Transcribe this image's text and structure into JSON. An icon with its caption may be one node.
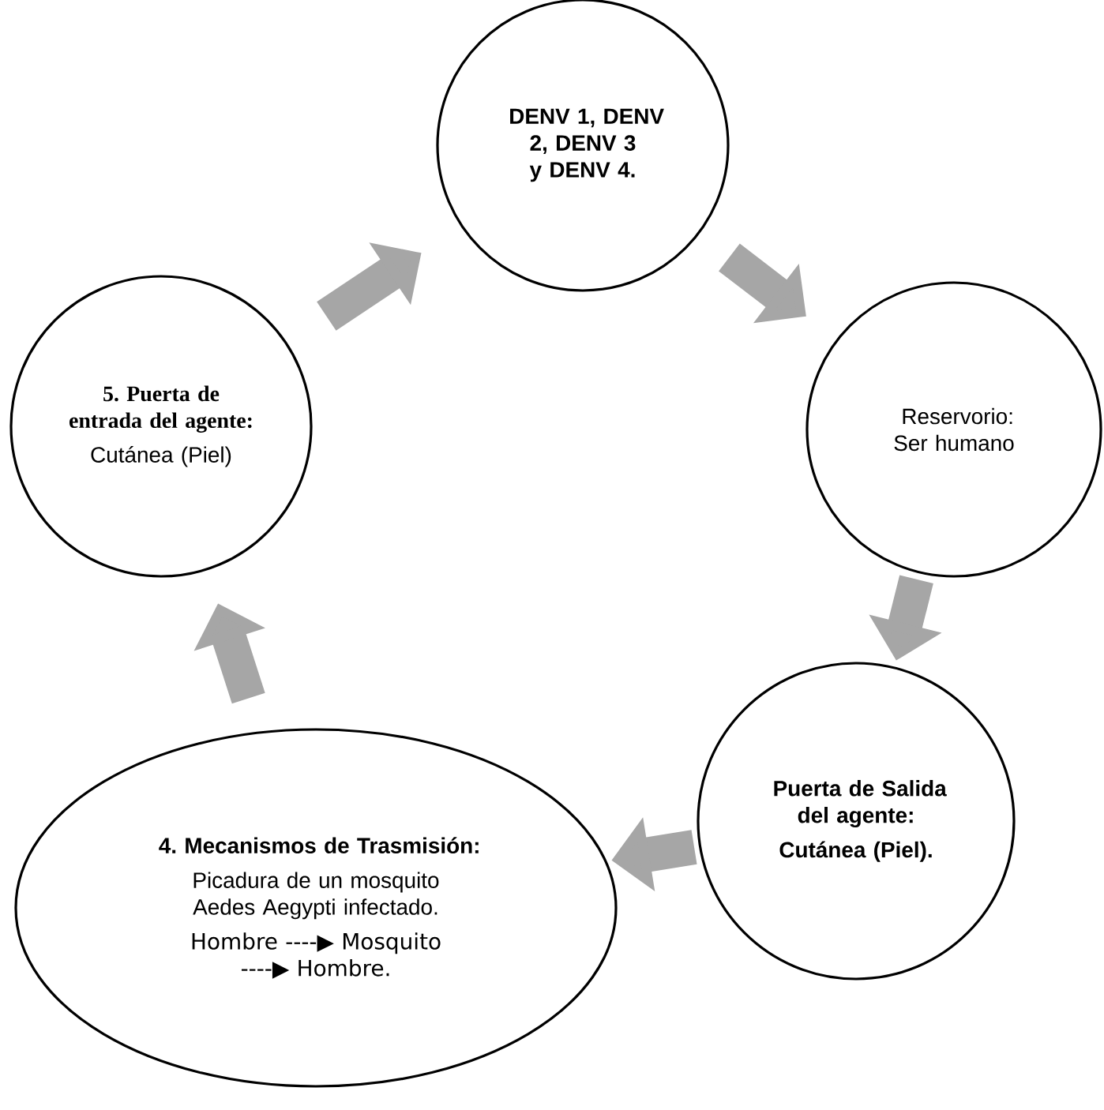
{
  "diagram": {
    "nodes": [
      {
        "text": [
          "**DENV 1, DENV 2, DENV 3 y DENV 4.**"
        ]
      },
      {
        "text": [
          "Reservorio: Ser humano"
        ]
      },
      {
        "text": [
          "**Puerta de Salida del agente:**",
          "**Cutánea (Piel).**"
        ]
      },
      {
        "text": [
          "**4. Mecanismos de Trasmisión:**",
          "Picadura de un mosquito Aedes Aegypti infectado.",
          "Hombre ----▶ Mosquito ----▶ Hombre."
        ]
      },
      {
        "text": [
          "**5. Puerta de entrada del agente:**",
          "Cutánea (Piel)"
        ]
      }
    ],
    "edges": [
      {
        "from": 0,
        "to": 1,
        "arrow": "to"
      },
      {
        "from": 1,
        "to": 2,
        "arrow": "to"
      },
      {
        "from": 2,
        "to": 3,
        "arrow": "to"
      },
      {
        "from": 3,
        "to": 4,
        "arrow": "to"
      },
      {
        "from": 4,
        "to": 0,
        "arrow": "to"
      }
    ]
  }
}
